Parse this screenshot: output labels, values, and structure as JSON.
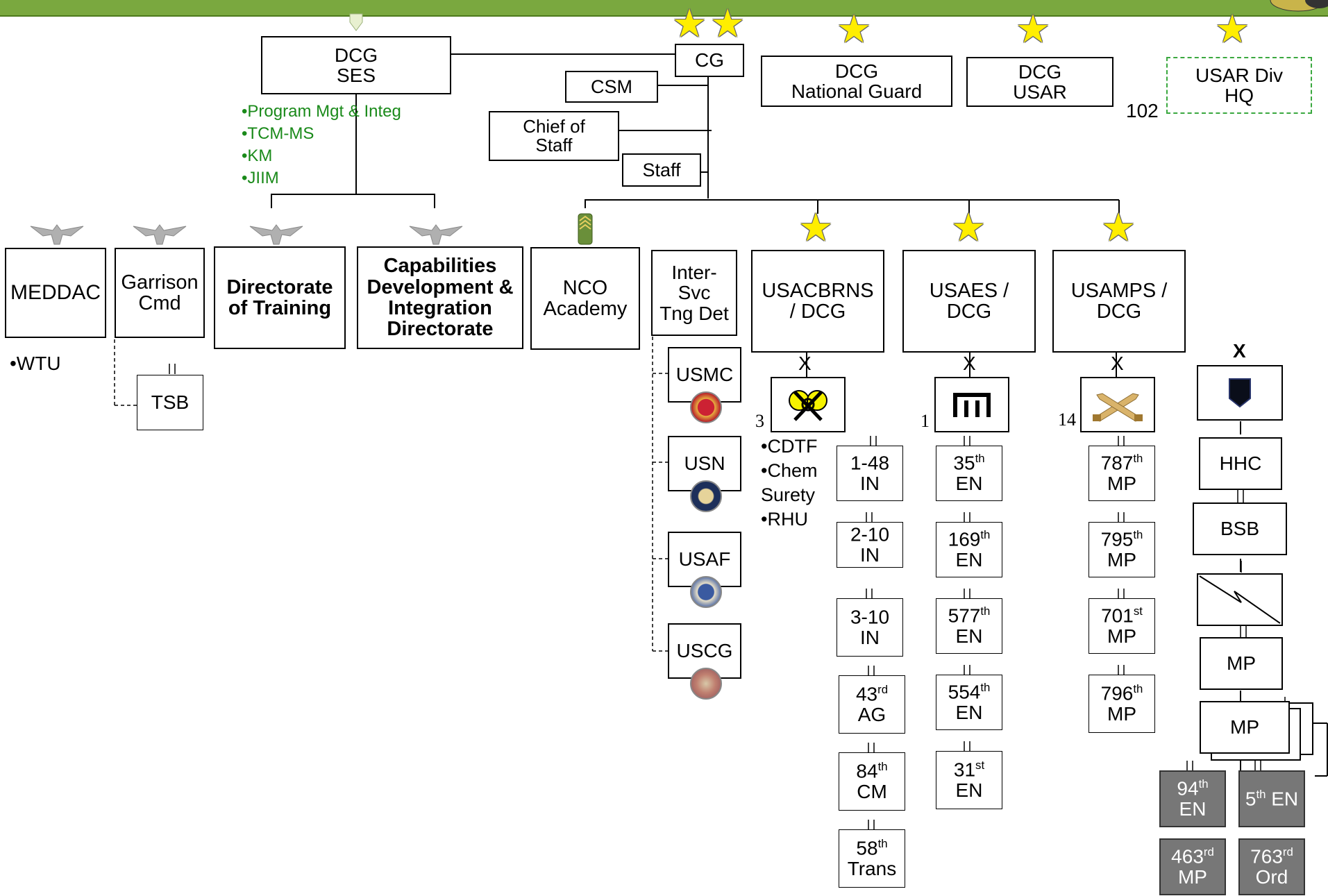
{
  "command": {
    "dcg_ses": [
      "DCG",
      "SES"
    ],
    "dcg_ses_functions": [
      "•Program Mgt & Integ",
      "•TCM-MS",
      "•KM",
      "•JIIM"
    ],
    "cg": "CG",
    "csm": "CSM",
    "chief_of_staff": [
      "Chief of",
      "Staff"
    ],
    "staff": "Staff",
    "dcg_ng": [
      "DCG",
      "National Guard"
    ],
    "dcg_usar": [
      "DCG",
      "USAR"
    ],
    "usar_div": [
      "USAR Div",
      "HQ"
    ],
    "usar_div_number": "102"
  },
  "directorates": {
    "meddac": "MEDDAC",
    "meddac_sub": "•WTU",
    "garrison": [
      "Garrison",
      "Cmd"
    ],
    "tsb": "TSB",
    "dot": [
      "Directorate",
      "of Training"
    ],
    "cdid": [
      "Capabilities",
      "Development &",
      "Integration",
      "Directorate"
    ],
    "nco": [
      "NCO",
      "Academy"
    ],
    "isd": [
      "Inter-",
      "Svc",
      "Tng Det"
    ],
    "services": [
      "USMC",
      "USN",
      "USAF",
      "USCG"
    ]
  },
  "schools": {
    "cbrn": {
      "name": [
        "USACBRNS",
        "/ DCG"
      ],
      "echelon": "X",
      "count": "3",
      "sub": [
        "•CDTF",
        "•Chem",
        "Surety",
        "•RHU"
      ],
      "units": [
        {
          "l1": "1-48",
          "l1sup": "",
          "l2": "IN"
        },
        {
          "l1": "2-10",
          "l1sup": "",
          "l2": "IN"
        },
        {
          "l1": "3-10",
          "l1sup": "",
          "l2": "IN"
        },
        {
          "l1": "43",
          "l1sup": "rd",
          "l2": "AG"
        },
        {
          "l1": "84",
          "l1sup": "th",
          "l2": "CM"
        },
        {
          "l1": "58",
          "l1sup": "th",
          "l2": "Trans"
        }
      ]
    },
    "es": {
      "name": [
        "USAES /",
        "DCG"
      ],
      "echelon": "X",
      "count": "1",
      "units": [
        {
          "l1": "35",
          "l1sup": "th",
          "l2": "EN"
        },
        {
          "l1": "169",
          "l1sup": "th",
          "l2": "EN"
        },
        {
          "l1": "577",
          "l1sup": "th",
          "l2": "EN"
        },
        {
          "l1": "554",
          "l1sup": "th",
          "l2": "EN"
        },
        {
          "l1": "31",
          "l1sup": "st",
          "l2": "EN"
        }
      ]
    },
    "mps": {
      "name": [
        "USAMPS /",
        "DCG"
      ],
      "echelon": "X",
      "count": "14",
      "units": [
        {
          "l1": "787",
          "l1sup": "th",
          "l2": "MP"
        },
        {
          "l1": "795",
          "l1sup": "th",
          "l2": "MP"
        },
        {
          "l1": "701",
          "l1sup": "st",
          "l2": "MP"
        },
        {
          "l1": "796",
          "l1sup": "th",
          "l2": "MP"
        }
      ]
    }
  },
  "brigade": {
    "echelon": "X",
    "hhc": "HHC",
    "bsb": "BSB",
    "mp1": "MP",
    "mp2": "MP",
    "gray_units": [
      {
        "l1": "94",
        "l1sup": "th",
        "l2": "EN"
      },
      {
        "l1": "5",
        "l1sup": "th",
        "l2": "EN"
      },
      {
        "l1": "463",
        "l1sup": "rd",
        "l2": "MP"
      },
      {
        "l1": "763",
        "l1sup": "rd",
        "l2": "Ord"
      }
    ]
  },
  "icons": [
    "star-icon",
    "eagle-icon",
    "seal-icon",
    "chemical-branch-icon",
    "engineer-castle-icon",
    "mp-crossed-pistols-icon",
    "signal-icon",
    "shield-icon",
    "sergeant-major-rank-icon"
  ],
  "colors": {
    "header_green": "#7aa83f",
    "function_text": "#1a8a1a",
    "star": "#ffee00",
    "usar_dash": "#3aa83f",
    "gray_unit": "#777777"
  }
}
